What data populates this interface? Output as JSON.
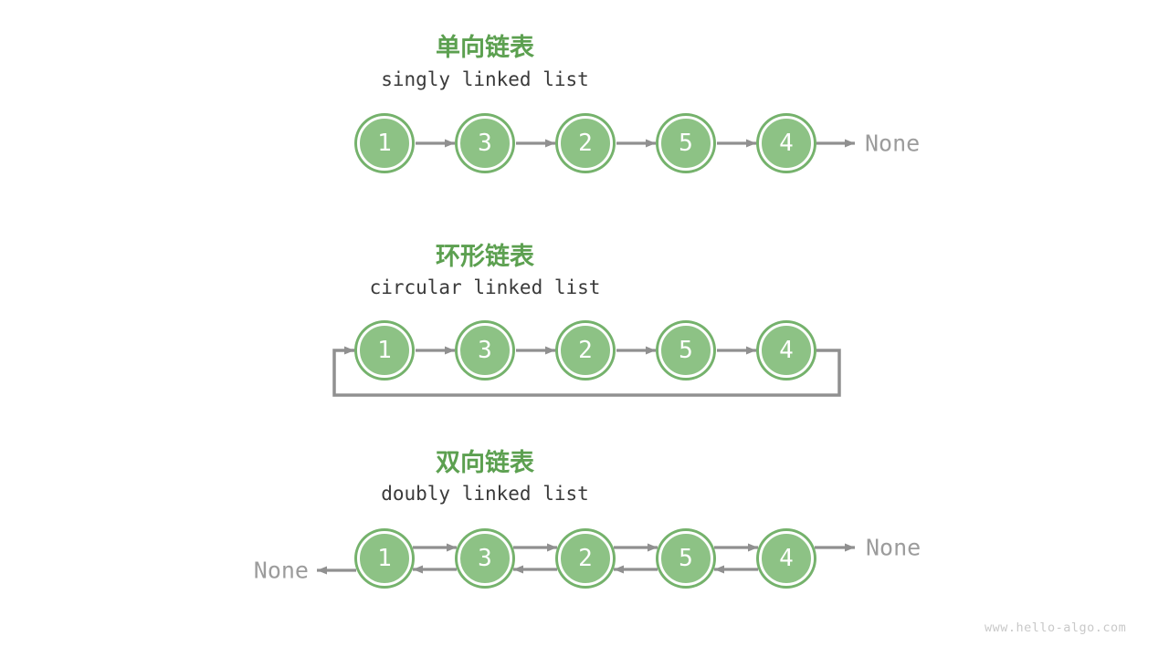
{
  "watermark": "www.hello-algo.com",
  "colors": {
    "node_fill": "#8DC285",
    "node_ring": "#75B26C",
    "node_text": "#FFFFFF",
    "title_green": "#5CA050",
    "subtitle_gray": "#3A3A3A",
    "arrow_gray": "#909090",
    "none_gray": "#9C9C9C",
    "watermark_gray": "#C9C9C9"
  },
  "lists": {
    "singly": {
      "title_zh": "单向链表",
      "title_en": "singly linked list",
      "nodes": [
        "1",
        "3",
        "2",
        "5",
        "4"
      ],
      "tail_label": "None"
    },
    "circular": {
      "title_zh": "环形链表",
      "title_en": "circular linked list",
      "nodes": [
        "1",
        "3",
        "2",
        "5",
        "4"
      ]
    },
    "doubly": {
      "title_zh": "双向链表",
      "title_en": "doubly linked list",
      "nodes": [
        "1",
        "3",
        "2",
        "5",
        "4"
      ],
      "head_label": "None",
      "tail_label": "None"
    }
  }
}
